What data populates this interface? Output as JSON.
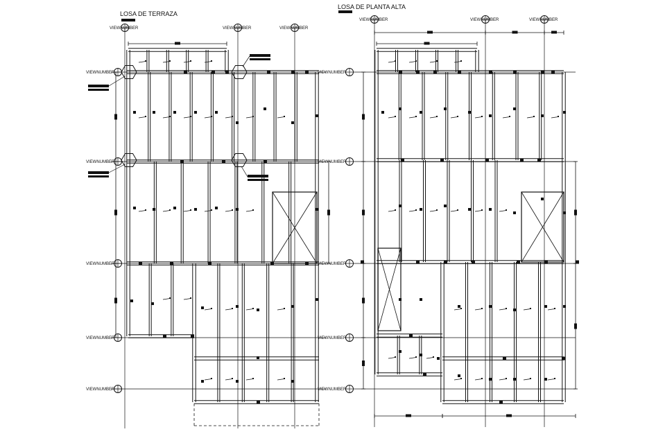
{
  "plans": {
    "left": {
      "title": "LOSA DE TERRAZA"
    },
    "right": {
      "title": "LOSA DE PLANTA ALTA"
    }
  },
  "grid_tag": "VIEWNUMBER",
  "colors": {
    "line": "#111111",
    "background": "#ffffff"
  }
}
